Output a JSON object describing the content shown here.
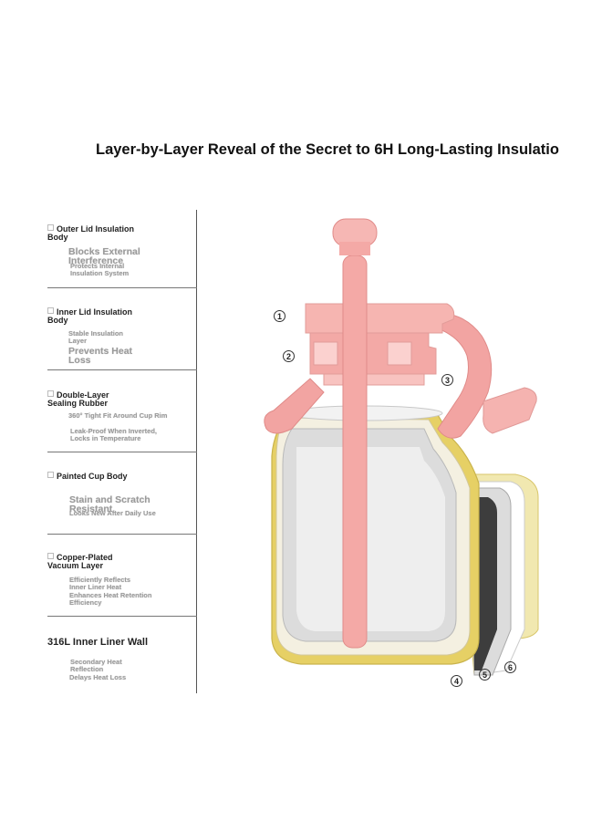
{
  "title": "Layer-by-Layer Reveal of the Secret to 6H Long-Lasting Insulatio",
  "sections": [
    {
      "heading": "Outer Lid Insulation\nBody",
      "lines": [
        "Blocks External\nInterference",
        "Protects Internal\nInsulation System"
      ]
    },
    {
      "heading": "Inner Lid Insulation\nBody",
      "lines": [
        "Stable Insulation\nLayer",
        "Prevents Heat\nLoss"
      ]
    },
    {
      "heading": "Double-Layer\nSealing Rubber",
      "lines": [
        "360° Tight Fit Around Cup Rim",
        "Leak-Proof When Inverted,\nLocks in Temperature"
      ]
    },
    {
      "heading": "Painted Cup Body",
      "lines": [
        "Stain and Scratch\nResistant",
        "Looks New After Daily Use"
      ]
    },
    {
      "heading": "Copper-Plated\nVacuum Layer",
      "lines": [
        "Efficiently Reflects\nInner Liner Heat",
        "Enhances Heat Retention\nEfficiency"
      ]
    },
    {
      "heading": "316L Inner Liner Wall",
      "lines": [
        "Secondary Heat\nReflection",
        "Delays Heat Loss"
      ]
    }
  ],
  "callouts": [
    "1",
    "2",
    "3",
    "4",
    "5",
    "6"
  ],
  "colors": {
    "lid_pink": "#f3a8a6",
    "cup_yellow": "#e8d46a",
    "liner_grey": "#c9c9c9"
  }
}
